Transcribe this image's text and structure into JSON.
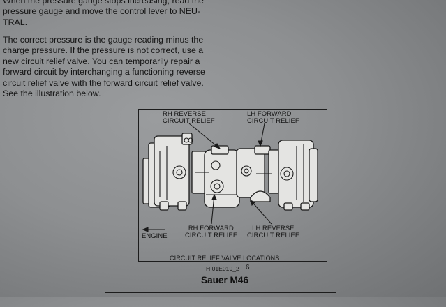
{
  "paragraph_1": {
    "lines": [
      "When the pressure gauge stops increasing, read the",
      "pressure gauge and move the control lever to NEU-",
      "TRAL."
    ]
  },
  "paragraph_2": {
    "lines": [
      "The correct pressure is the gauge reading minus the",
      "charge pressure. If the pressure is not correct, use a",
      "new circuit relief valve. You can temporarily repair a",
      "forward circuit by interchanging a functioning reverse",
      "circuit relief valve with the forward circuit relief valve.",
      "See the illustration below."
    ]
  },
  "figure": {
    "labels": {
      "rh_reverse": [
        "RH REVERSE",
        "CIRCUIT RELIEF"
      ],
      "lh_forward": [
        "LH FORWARD",
        "CIRCUIT RELIEF"
      ],
      "rh_forward": [
        "RH FORWARD",
        "CIRCUIT RELIEF"
      ],
      "lh_reverse": [
        "LH REVERSE",
        "CIRCUIT RELIEF"
      ],
      "engine": "ENGINE"
    },
    "caption": "CIRCUIT RELIEF VALVE LOCATIONS",
    "code": "HI01E019_2",
    "page_number": "6"
  },
  "model_title": "Sauer M46"
}
